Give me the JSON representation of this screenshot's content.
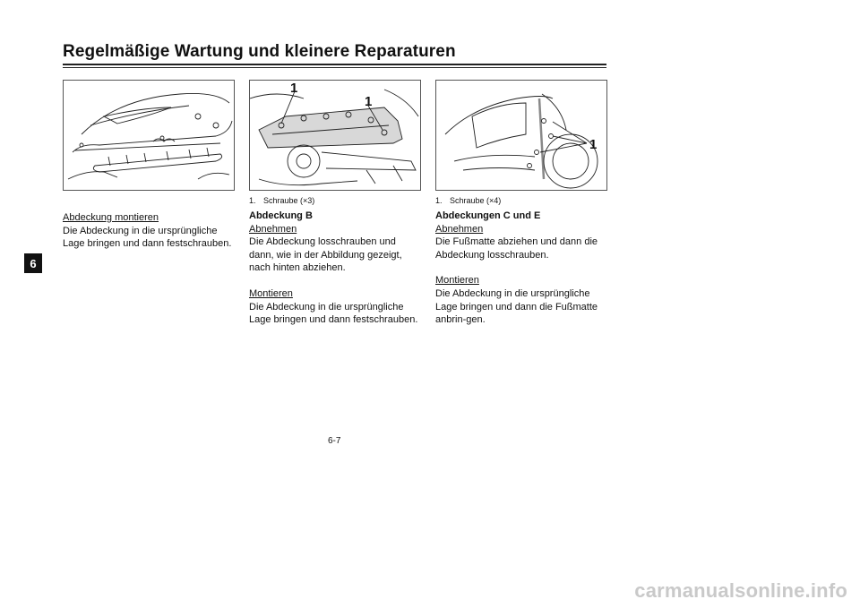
{
  "page": {
    "title": "Regelmäßige Wartung und kleinere Reparaturen",
    "chapter_tab": "6",
    "page_number": "6-7",
    "watermark": "carmanualsonline.info"
  },
  "col1": {
    "heading": "Abdeckung montieren",
    "text": "Die Abdeckung in die ursprüngliche Lage bringen und dann festschrauben."
  },
  "col2": {
    "figure_callouts": [
      "1",
      "1"
    ],
    "caption_num": "1.",
    "caption_text": "Schraube (×3)",
    "heading": "Abdeckung B",
    "sub1": "Abnehmen",
    "text1": "Die Abdeckung losschrauben und dann, wie in der Abbildung gezeigt, nach hinten abziehen.",
    "sub2": "Montieren",
    "text2": "Die Abdeckung in die ursprüngliche Lage bringen und dann festschrauben."
  },
  "col3": {
    "figure_callouts": [
      "1"
    ],
    "caption_num": "1.",
    "caption_text": "Schraube (×4)",
    "heading": "Abdeckungen C und E",
    "sub1": "Abnehmen",
    "text1": "Die Fußmatte abziehen und dann die Abdeckung losschrauben.",
    "sub2": "Montieren",
    "text2": "Die Abdeckung in die ursprüngliche Lage bringen und dann die Fußmatte anbrin-gen."
  }
}
